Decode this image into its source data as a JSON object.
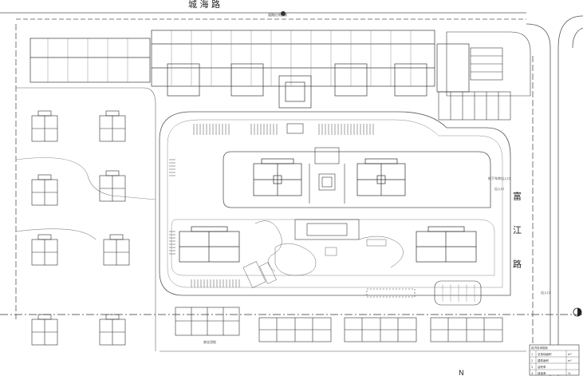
{
  "drawing": {
    "road_top": "城 海 路",
    "road_right": "富 江 路",
    "notes": {
      "top_marker": "道路红线控制",
      "right_entry_1": "地下车库出入口",
      "right_entry_2": "出入口",
      "right_entry_3": "出入口",
      "building_tag": "商业用地"
    },
    "legend": {
      "title": "经济技术指标",
      "rows": [
        [
          "1",
          "总用地面积",
          "m²"
        ],
        [
          "2",
          "建筑面积",
          "m²"
        ],
        [
          "3",
          "容积率",
          ""
        ],
        [
          "4",
          "绿地率",
          "%"
        ]
      ]
    },
    "footer_hint": "N"
  },
  "colors": {
    "line": "#3a3a3a",
    "light": "#8a8a8a",
    "bg": "#ffffff"
  }
}
